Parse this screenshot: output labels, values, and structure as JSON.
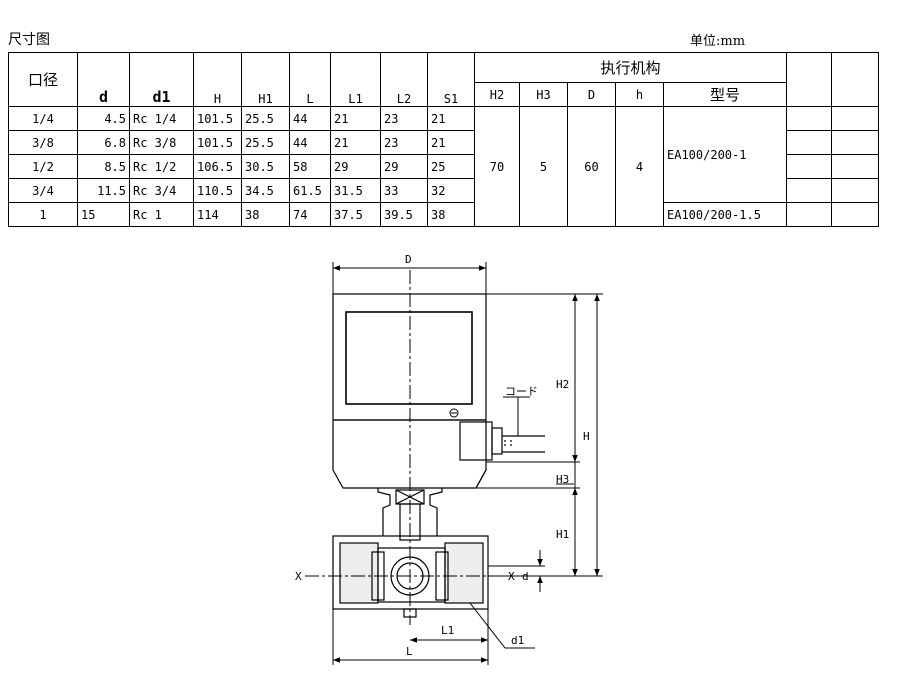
{
  "title": "尺寸图",
  "unit": "单位:mm",
  "table": {
    "group_header": "执行机构",
    "headers": [
      "口径",
      "d",
      "d1",
      "H",
      "H1",
      "L",
      "L1",
      "L2",
      "S1",
      "H2",
      "H3",
      "D",
      "h",
      "型号"
    ],
    "rows": [
      [
        "1/4",
        "4.5",
        "Rc 1/4",
        "101.5",
        "25.5",
        "44",
        "21",
        "23",
        "21"
      ],
      [
        "3/8",
        "6.8",
        "Rc 3/8",
        "101.5",
        "25.5",
        "44",
        "21",
        "23",
        "21"
      ],
      [
        "1/2",
        "8.5",
        "Rc 1/2",
        "106.5",
        "30.5",
        "58",
        "29",
        "29",
        "25"
      ],
      [
        "3/4",
        "11.5",
        "Rc 3/4",
        "110.5",
        "34.5",
        "61.5",
        "31.5",
        "33",
        "32"
      ],
      [
        "1",
        "15",
        "Rc 1",
        "114",
        "38",
        "74",
        "37.5",
        "39.5",
        "38"
      ]
    ],
    "actuator": {
      "H2": "70",
      "H3": "5",
      "D": "60",
      "h": "4"
    },
    "models": [
      "EA100/200-1",
      "EA100/200-1.5"
    ]
  },
  "drawing_labels": {
    "D": "D",
    "H2": "H2",
    "H": "H",
    "H3": "H3",
    "H1": "H1",
    "X_left": "X",
    "X_right": "X",
    "d": "d",
    "L1": "L1",
    "L": "L",
    "d1": "d1",
    "cord": "コード"
  }
}
